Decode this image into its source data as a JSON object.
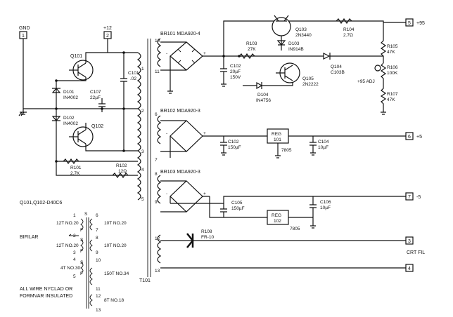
{
  "terminals": {
    "gnd": {
      "num": "1",
      "label": "GND"
    },
    "p12": {
      "num": "2",
      "label": "+12"
    },
    "t95": {
      "num": "5",
      "label": "+95"
    },
    "t5p": {
      "num": "6",
      "label": "+5"
    },
    "t5n": {
      "num": "7",
      "label": "-5"
    },
    "t3": {
      "num": "3",
      "label": "CRT FIL"
    },
    "t4": {
      "num": "4",
      "label": ""
    }
  },
  "components": {
    "q101": "Q101",
    "q102": "Q102",
    "d101": [
      "D101",
      "IN4002"
    ],
    "d102": [
      "D102",
      "IN4002"
    ],
    "c107": [
      "C107",
      "22µF"
    ],
    "c101": [
      "C101",
      ".02"
    ],
    "r101": [
      "R101",
      "2.7K"
    ],
    "r102": [
      "R102",
      "12Ω"
    ],
    "br101": "BR101 MDA920-4",
    "br102": "BR102 MDA920-3",
    "br103": "BR103 MDA920-3",
    "c102a": [
      "C102",
      "20µF",
      "150V"
    ],
    "r103": [
      "R103",
      "27K"
    ],
    "q103": [
      "Q103",
      "2N3440"
    ],
    "d103": [
      "D103",
      "IN914B"
    ],
    "r104": [
      "R104",
      "2.7Ω"
    ],
    "q104": [
      "Q104",
      "C103B"
    ],
    "q105": [
      "Q105",
      "2N2222"
    ],
    "d104": [
      "D104",
      "IN4756"
    ],
    "r105": [
      "R105",
      "47K"
    ],
    "r106": [
      "R106",
      "100K"
    ],
    "adj": "+95 ADJ",
    "r107": [
      "R107",
      "47K"
    ],
    "c102b": [
      "C102",
      "150µF"
    ],
    "reg101": [
      "REG",
      "101"
    ],
    "reg101_part": "7805",
    "c104": [
      "C104",
      "10µF"
    ],
    "c105": [
      "C105",
      "150µF"
    ],
    "c106": [
      "C106",
      "10µF"
    ],
    "reg102": [
      "REG",
      "102"
    ],
    "reg102_part": "7805",
    "r108": [
      "R108",
      "FR-10"
    ],
    "t101": "T101"
  },
  "transformer_pins": [
    "1",
    "2",
    "3",
    "4",
    "5",
    "6",
    "7",
    "8",
    "9",
    "10",
    "11",
    "12",
    "13"
  ],
  "notes": {
    "transistors": "Q101,Q102-D40C6",
    "bifilar": "BIFILAR",
    "wire_note_1": "ALL WIRE NYCLAD OR",
    "wire_note_2": "FORMVAR INSULATED"
  },
  "winding_table": {
    "left": [
      "12T NO.20",
      "12T NO.20",
      "4T NO.30"
    ],
    "right": [
      "10T NO.20",
      "10T NO.20",
      "150T NO.34",
      "8T NO.18"
    ],
    "pins_left": [
      "1",
      "2",
      "3",
      "4",
      "5"
    ],
    "pins_right": [
      "6",
      "7",
      "8",
      "9",
      "10",
      "11",
      "12",
      "13"
    ],
    "s_f": [
      "S",
      "F",
      "S",
      "F",
      "S",
      "F"
    ]
  }
}
